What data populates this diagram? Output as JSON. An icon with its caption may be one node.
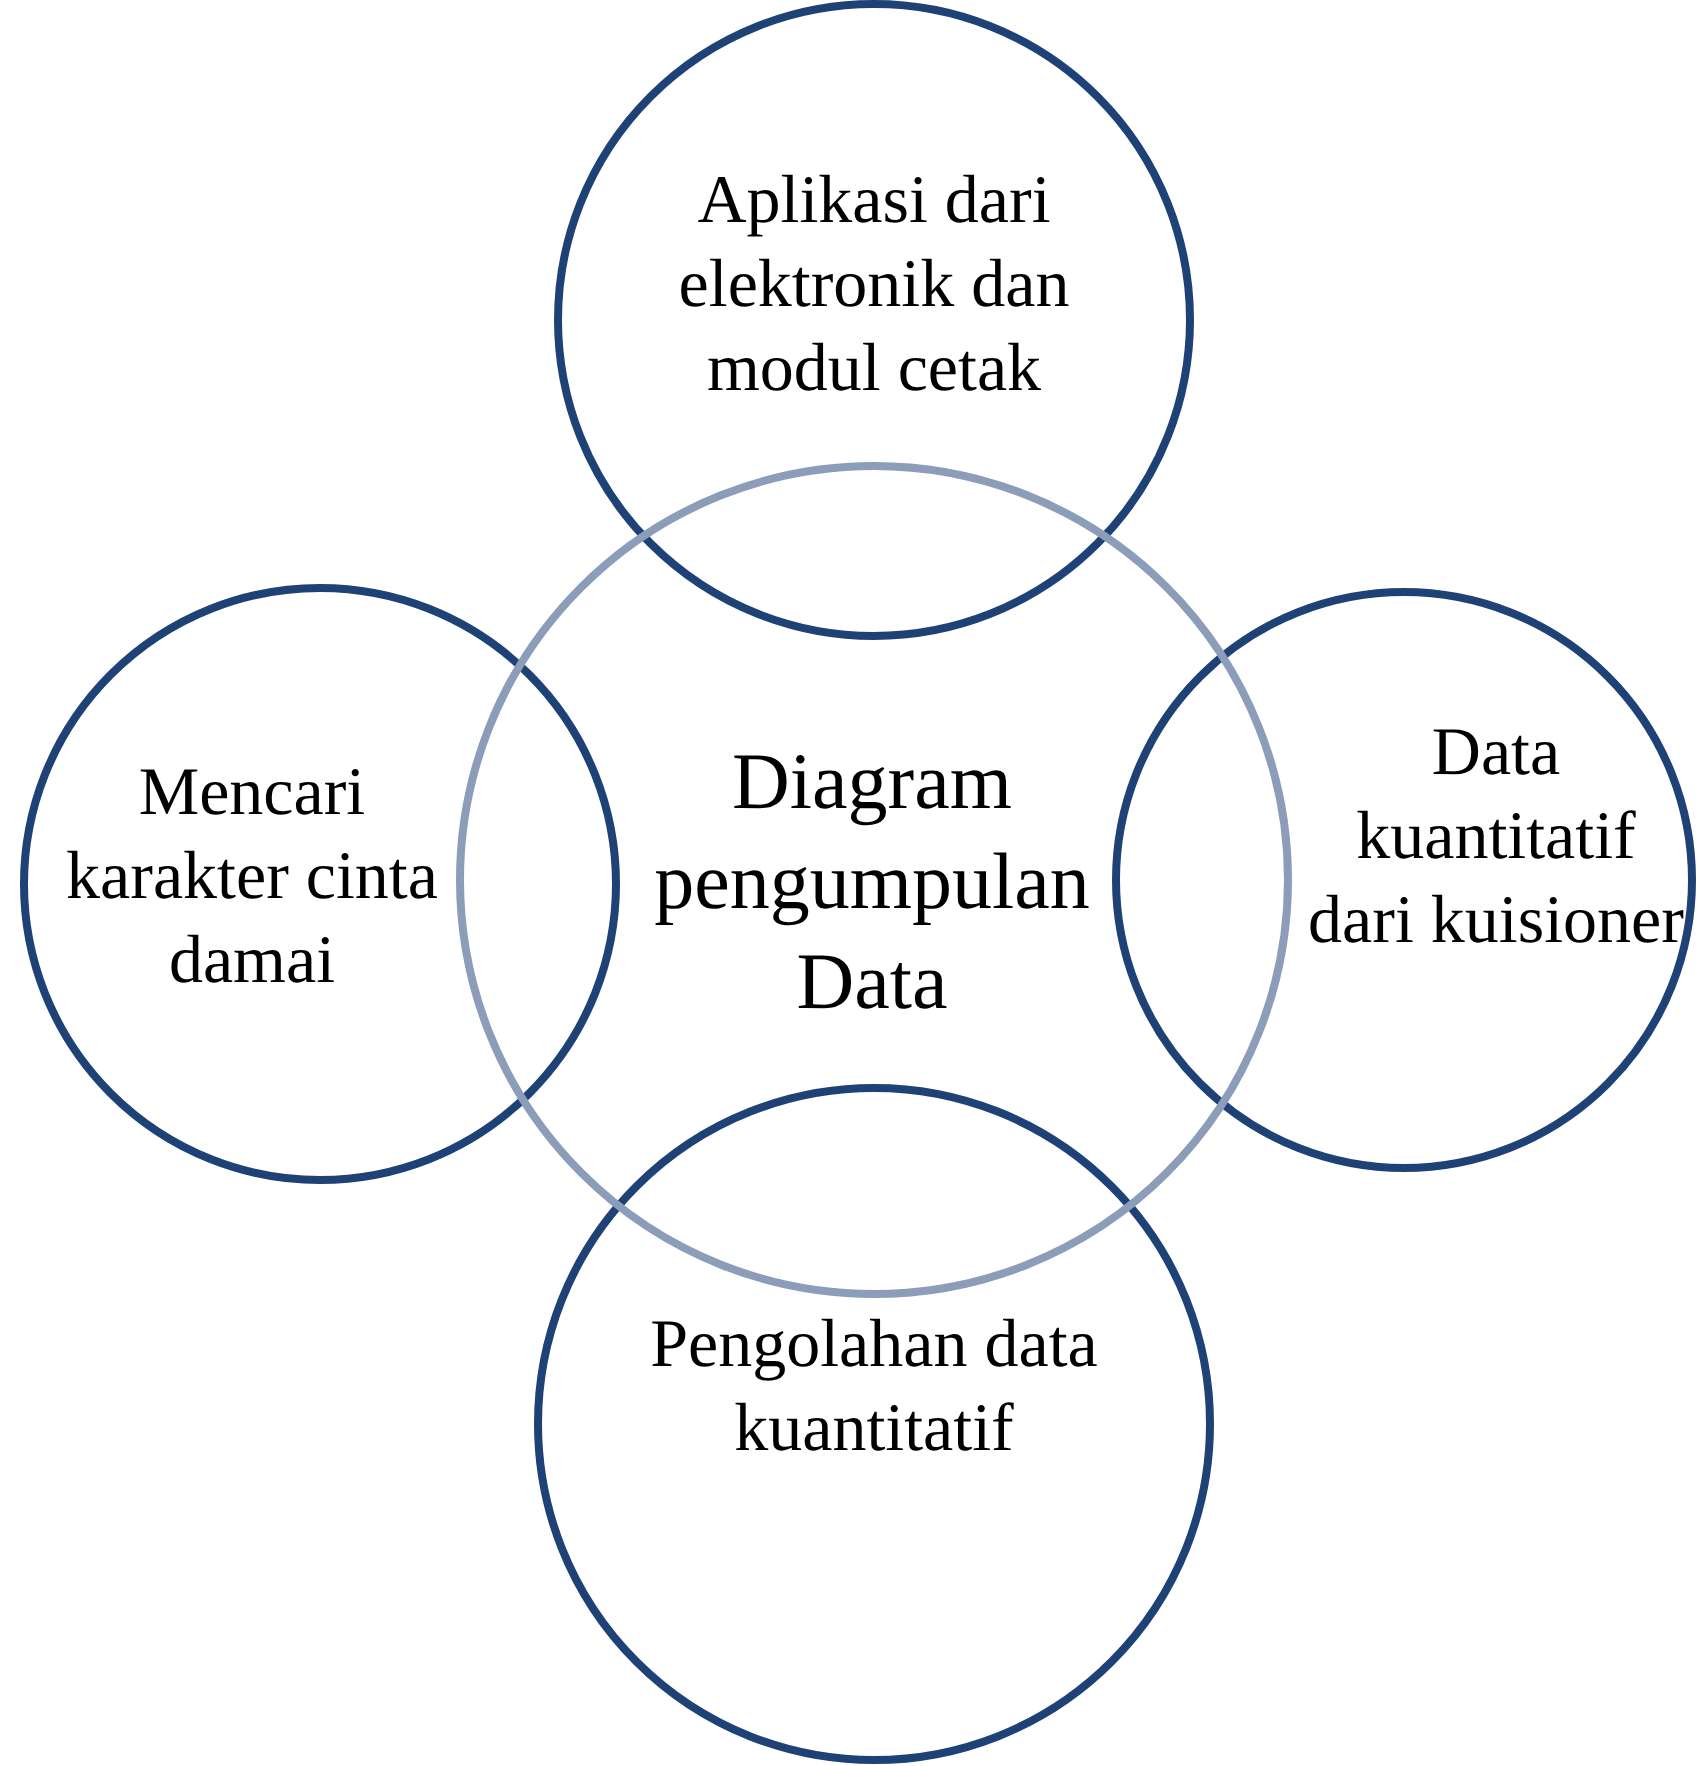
{
  "diagram": {
    "nodes": [
      {
        "text": [
          "Aplikasi dari elektronik dan modul cetak"
        ]
      },
      {
        "text": [
          "Mencari karakter cinta damai"
        ]
      },
      {
        "text": [
          "Diagram pengumpulan Data"
        ]
      },
      {
        "text": [
          "Data kuantitatif dari kuisioner"
        ]
      },
      {
        "text": [
          "Pengolahan data kuantitatif"
        ]
      }
    ]
  }
}
